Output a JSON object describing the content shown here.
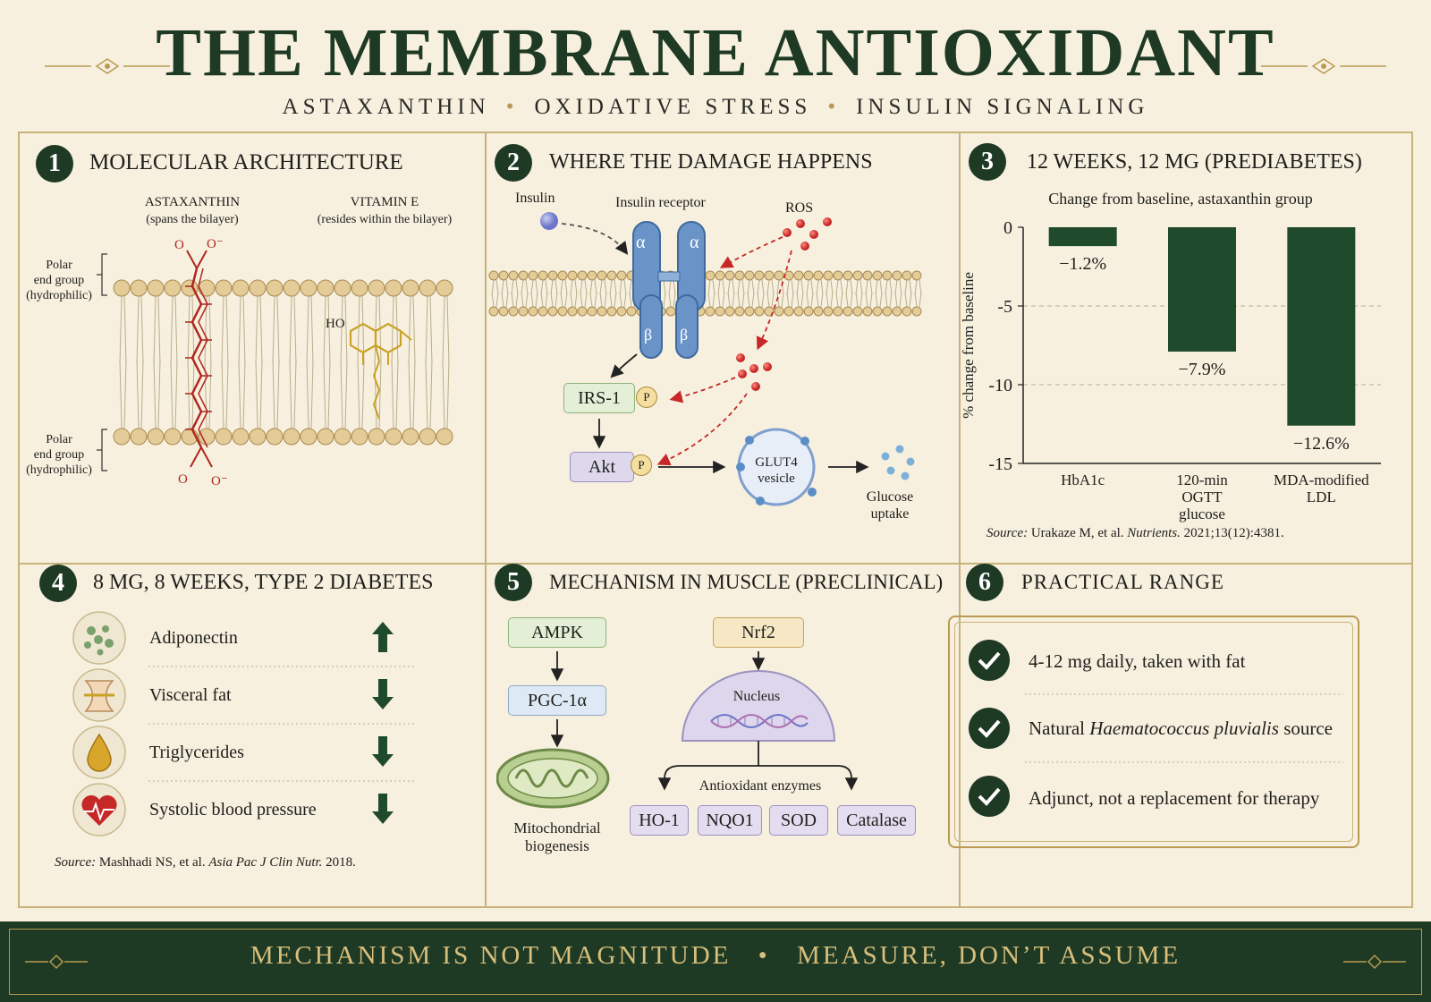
{
  "header": {
    "title": "THE MEMBRANE ANTIOXIDANT",
    "subtitle": [
      "ASTAXANTHIN",
      "OXIDATIVE STRESS",
      "INSULIN SIGNALING"
    ]
  },
  "panel1": {
    "number": "1",
    "title": "MOLECULAR ARCHITECTURE",
    "astaxanthin": "ASTAXANTHIN",
    "astaxanthin_note": "(spans the bilayer)",
    "vitamin_e": "VITAMIN E",
    "vitamin_e_note": "(resides within the bilayer)",
    "polar_top": [
      "Polar",
      "end group",
      "(hydrophilic)"
    ],
    "polar_bottom": [
      "Polar",
      "end group",
      "(hydrophilic)"
    ],
    "ho_label": "HO",
    "o_label": "O",
    "o_minus_label": "O⁻"
  },
  "panel2": {
    "number": "2",
    "title": "WHERE THE DAMAGE HAPPENS",
    "insulin": "Insulin",
    "receptor": "Insulin receptor",
    "ros": "ROS",
    "alpha": "α",
    "beta": "β",
    "irs1": "IRS-1",
    "akt": "Akt",
    "p": "P",
    "glut4": [
      "GLUT4",
      "vesicle"
    ],
    "glucose_uptake": [
      "Glucose",
      "uptake"
    ]
  },
  "panel3": {
    "number": "3",
    "title": "12 WEEKS, 12 MG (PREDIABETES)",
    "subtitle": "Change from baseline, astaxanthin group",
    "source_label": "Source:",
    "source_authors": "Urakaze M, et al.",
    "source_journal": "Nutrients.",
    "source_rest": "2021;13(12):4381."
  },
  "chart_data": {
    "type": "bar",
    "title": "Change from baseline, astaxanthin group",
    "categories": [
      "HbA1c",
      "120-min OGTT glucose",
      "MDA-modified LDL"
    ],
    "values": [
      -1.2,
      -7.9,
      -12.6
    ],
    "value_labels": [
      "−1.2%",
      "−7.9%",
      "−12.6%"
    ],
    "xlabel": "",
    "ylabel": "% change from baseline",
    "ylim": [
      -15,
      0
    ],
    "yticks": [
      0,
      -5,
      -10,
      -15
    ],
    "ytick_labels": [
      "0",
      "-5",
      "-10",
      "-15"
    ],
    "grid": "dashed horizontal",
    "bar_color": "#1f4a2c"
  },
  "panel4": {
    "number": "4",
    "title": "8 MG, 8 WEEKS, TYPE 2 DIABETES",
    "rows": [
      {
        "label": "Adiponectin",
        "icon": "adiponectin-icon",
        "direction": "up"
      },
      {
        "label": "Visceral fat",
        "icon": "waist-icon",
        "direction": "down"
      },
      {
        "label": "Triglycerides",
        "icon": "oil-drop-icon",
        "direction": "down"
      },
      {
        "label": "Systolic blood pressure",
        "icon": "heart-pulse-icon",
        "direction": "down"
      }
    ],
    "source_label": "Source:",
    "source_authors": "Mashhadi NS, et al.",
    "source_journal": "Asia Pac J Clin Nutr.",
    "source_rest": "2018."
  },
  "panel5": {
    "number": "5",
    "title": "MECHANISM IN MUSCLE (PRECLINICAL)",
    "ampk": "AMPK",
    "pgc": "PGC-1α",
    "mito": [
      "Mitochondrial",
      "biogenesis"
    ],
    "nrf2": "Nrf2",
    "nucleus": "Nucleus",
    "antioxidant_enzymes": "Antioxidant enzymes",
    "enzymes": [
      "HO-1",
      "NQO1",
      "SOD",
      "Catalase"
    ]
  },
  "panel6": {
    "number": "6",
    "title": "PRACTICAL RANGE",
    "item1": "4-12 mg daily, taken with fat",
    "item2_pre": "Natural",
    "item2_italic": "Haematococcus pluvialis",
    "item2_post": "source",
    "item3": "Adjunct, not a replacement for therapy"
  },
  "footer": {
    "left": "MECHANISM IS NOT MAGNITUDE",
    "sep": "•",
    "right": "MEASURE, DON’T ASSUME"
  },
  "colors": {
    "dark_green": "#1f3a24",
    "gold": "#b89a52",
    "background": "#f7f0df",
    "ros_red": "#c62828"
  }
}
